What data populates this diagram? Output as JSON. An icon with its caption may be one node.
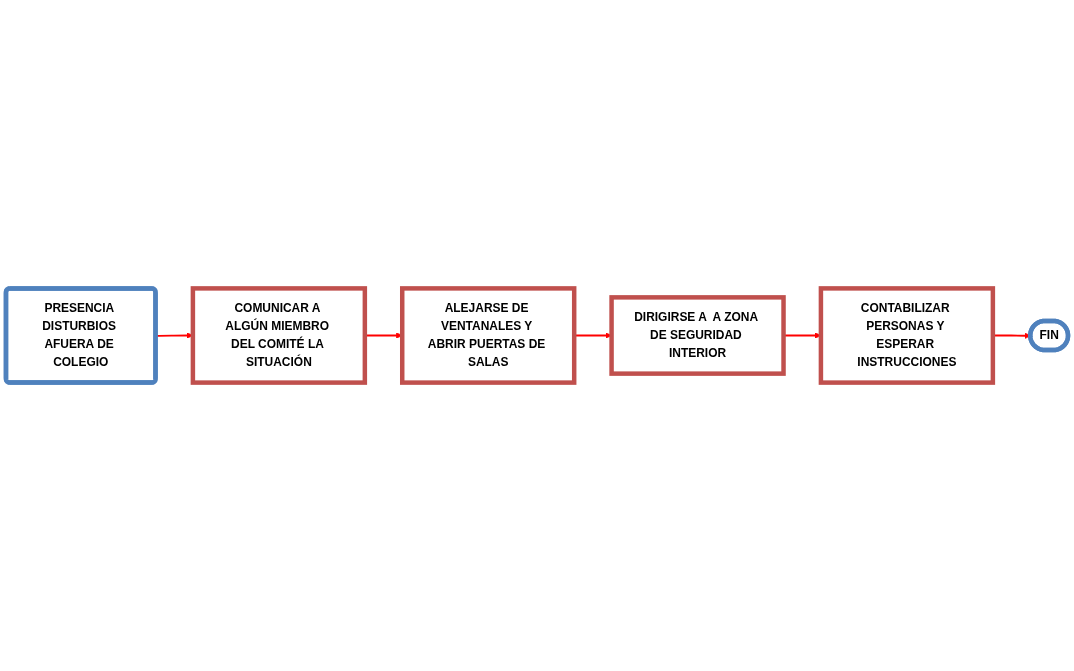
{
  "diagram": {
    "nodes": [
      {
        "text": [
          "PRESENCIA DISTURBIOS AFUERA DE COLEGIO"
        ]
      },
      {
        "text": [
          "COMUNICAR A ALGÚN MIEMBRO DEL COMITÉ LA SITUACIÓN"
        ]
      },
      {
        "text": [
          "ALEJARSE DE VENTANALES Y ABRIR PUERTAS DE SALAS"
        ]
      },
      {
        "text": [
          "DIRIGIRSE A  A ZONA DE SEGURIDAD INTERIOR"
        ]
      },
      {
        "text": [
          "CONTABILIZAR PERSONAS Y ESPERAR INSTRUCCIONES"
        ]
      },
      {
        "text": [
          "FIN"
        ]
      }
    ],
    "edges": [
      {
        "from": 0,
        "to": 1,
        "arrow": "to"
      },
      {
        "from": 1,
        "to": 2,
        "arrow": "to"
      },
      {
        "from": 2,
        "to": 3,
        "arrow": "to"
      },
      {
        "from": 3,
        "to": 4,
        "arrow": "to"
      },
      {
        "from": 4,
        "to": 5,
        "arrow": "to"
      }
    ]
  }
}
